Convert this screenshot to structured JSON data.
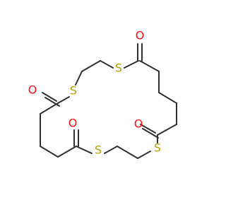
{
  "molecule": {
    "colors": {
      "carbon_bond": "#303030",
      "oxygen": "#ff0d0d",
      "sulfur": "#b8a000",
      "background": "#ffffff"
    },
    "atoms": [
      {
        "id": "o_top",
        "symbol": "O",
        "element": "oxygen"
      },
      {
        "id": "s_top_right",
        "symbol": "S",
        "element": "sulfur"
      },
      {
        "id": "s_left_upper",
        "symbol": "S",
        "element": "sulfur"
      },
      {
        "id": "o_left_upper",
        "symbol": "O",
        "element": "oxygen"
      },
      {
        "id": "o_right_lower",
        "symbol": "O",
        "element": "oxygen"
      },
      {
        "id": "s_right_lower",
        "symbol": "S",
        "element": "sulfur"
      },
      {
        "id": "s_bottom",
        "symbol": "S",
        "element": "sulfur"
      },
      {
        "id": "o_bottom",
        "symbol": "O",
        "element": "oxygen"
      }
    ]
  }
}
